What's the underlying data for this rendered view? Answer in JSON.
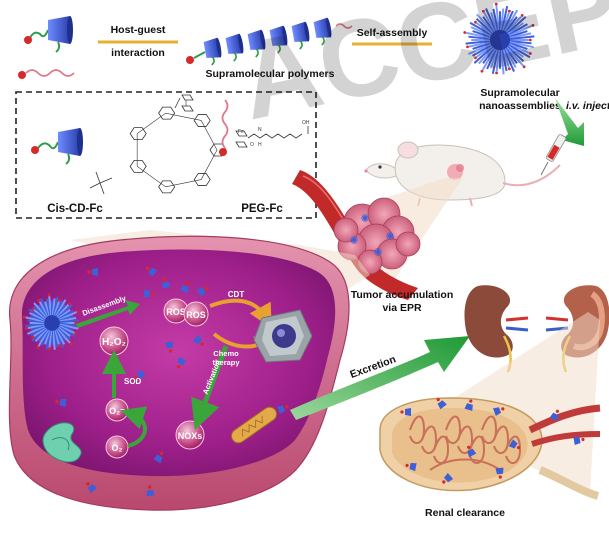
{
  "top": {
    "host_guest": [
      "Host-guest",
      "interaction"
    ],
    "self_assembly": "Self-assembly",
    "supramolecular_polymers": "Supramolecular polymers",
    "nanoassemblies": [
      "Supramolecular",
      "nanoassemblies"
    ],
    "iv_injection": "i.v. injection"
  },
  "box": {
    "cis_label": "Cis-CD-Fc",
    "peg_label": "PEG-Fc",
    "fe": "Fe",
    "chem_h": "H",
    "chem_n": "N",
    "chem_oh": "OH",
    "chem_o": "O"
  },
  "tumor": {
    "label": [
      "Tumor accumulation",
      "via EPR"
    ]
  },
  "cell": {
    "disassembly": "Disassembly",
    "ros1": "ROS",
    "ros2": "ROS",
    "cdt": "CDT",
    "chemo": [
      "Chemo",
      "therapy"
    ],
    "activation": "Activation",
    "h2o2": "H₂O₂",
    "sod": "SOD",
    "o2_radical": "O₂⁻",
    "o2": "O₂",
    "noxs": "NOXs"
  },
  "excretion": "Excretion",
  "renal": "Renal clearance",
  "watermark": "ACCEPTED",
  "colors": {
    "cone": "#3f5fd6",
    "red_bead": "#d62a2a",
    "green_chain": "#2e9d4a",
    "cell_outer": "#c9577e",
    "cell_inner": "#a31e86",
    "arrow_green": "#3aa63a",
    "arrow_orange": "#e8a030"
  }
}
